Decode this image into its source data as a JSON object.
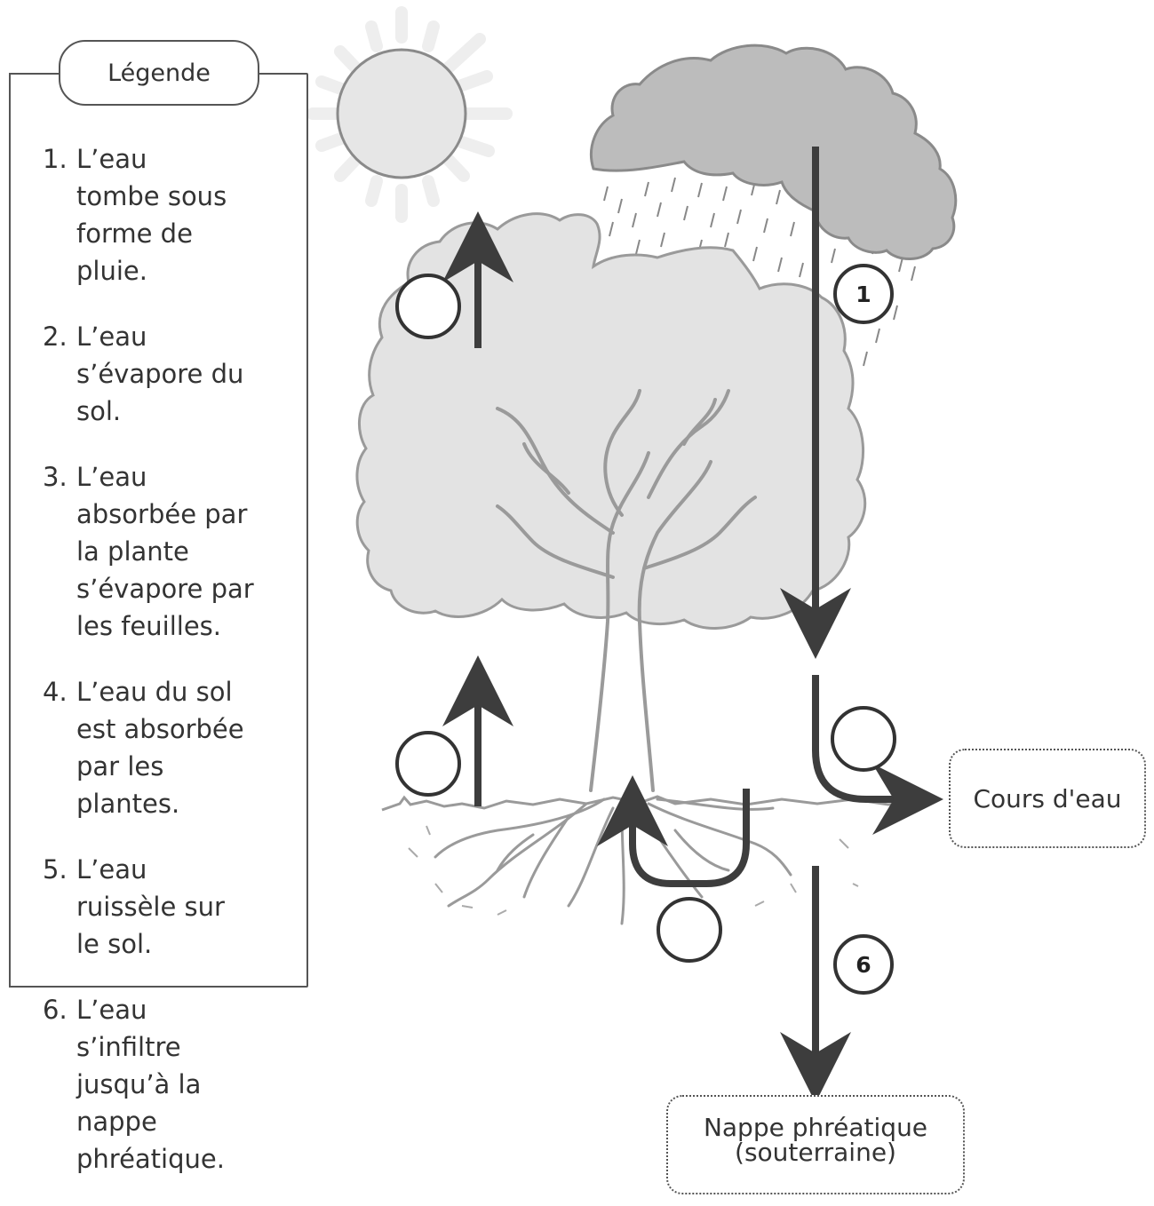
{
  "legend": {
    "title": "Légende",
    "items": [
      {
        "num": "1.",
        "text": "L’eau tombe sous forme de pluie."
      },
      {
        "num": "2.",
        "text": "L’eau s’évapore du sol."
      },
      {
        "num": "3.",
        "text": "L’eau absorbée par la plante s’évapore par les feuilles."
      },
      {
        "num": "4.",
        "text": "L’eau du sol est absorbée par les plantes."
      },
      {
        "num": "5.",
        "text": "L’eau ruissèle sur le sol."
      },
      {
        "num": "6.",
        "text": "L’eau s’infiltre jusqu’à la nappe phréatique."
      }
    ]
  },
  "destinations": {
    "river": "Cours d'eau",
    "groundwater_line1": "Nappe phréatique",
    "groundwater_line2": "(souterraine)"
  },
  "badges": {
    "rain": "1",
    "infiltration": "6"
  },
  "colors": {
    "arrow": "#3d3d3d",
    "cloud": "#bcbcbc",
    "foliage": "#e3e3e3",
    "sun": "#e6e6e6",
    "tree_line": "#9a9a9a"
  }
}
